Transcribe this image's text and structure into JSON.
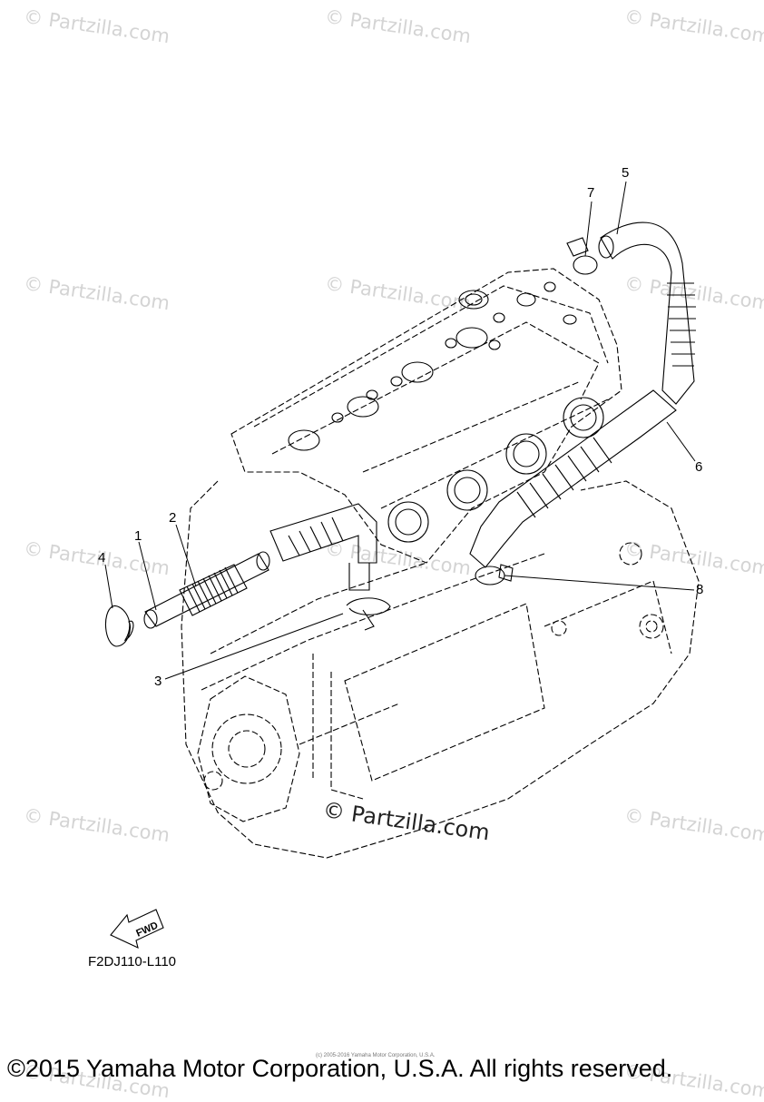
{
  "watermark": "© Partzilla.com",
  "center_watermark": "© Partzilla.com",
  "callouts": [
    "1",
    "2",
    "3",
    "4",
    "5",
    "6",
    "7",
    "8"
  ],
  "fwd_label": "FWD",
  "diagram_code": "F2DJ110-L110",
  "copyright": "©2015 Yamaha Motor Corporation, U.S.A. All rights reserved.",
  "tiny_credit": "(c) 2005-2016 Yamaha Motor Corporation, U.S.A.",
  "colors": {
    "line": "#000000",
    "watermark": "#d4d4d4",
    "background": "#ffffff"
  }
}
